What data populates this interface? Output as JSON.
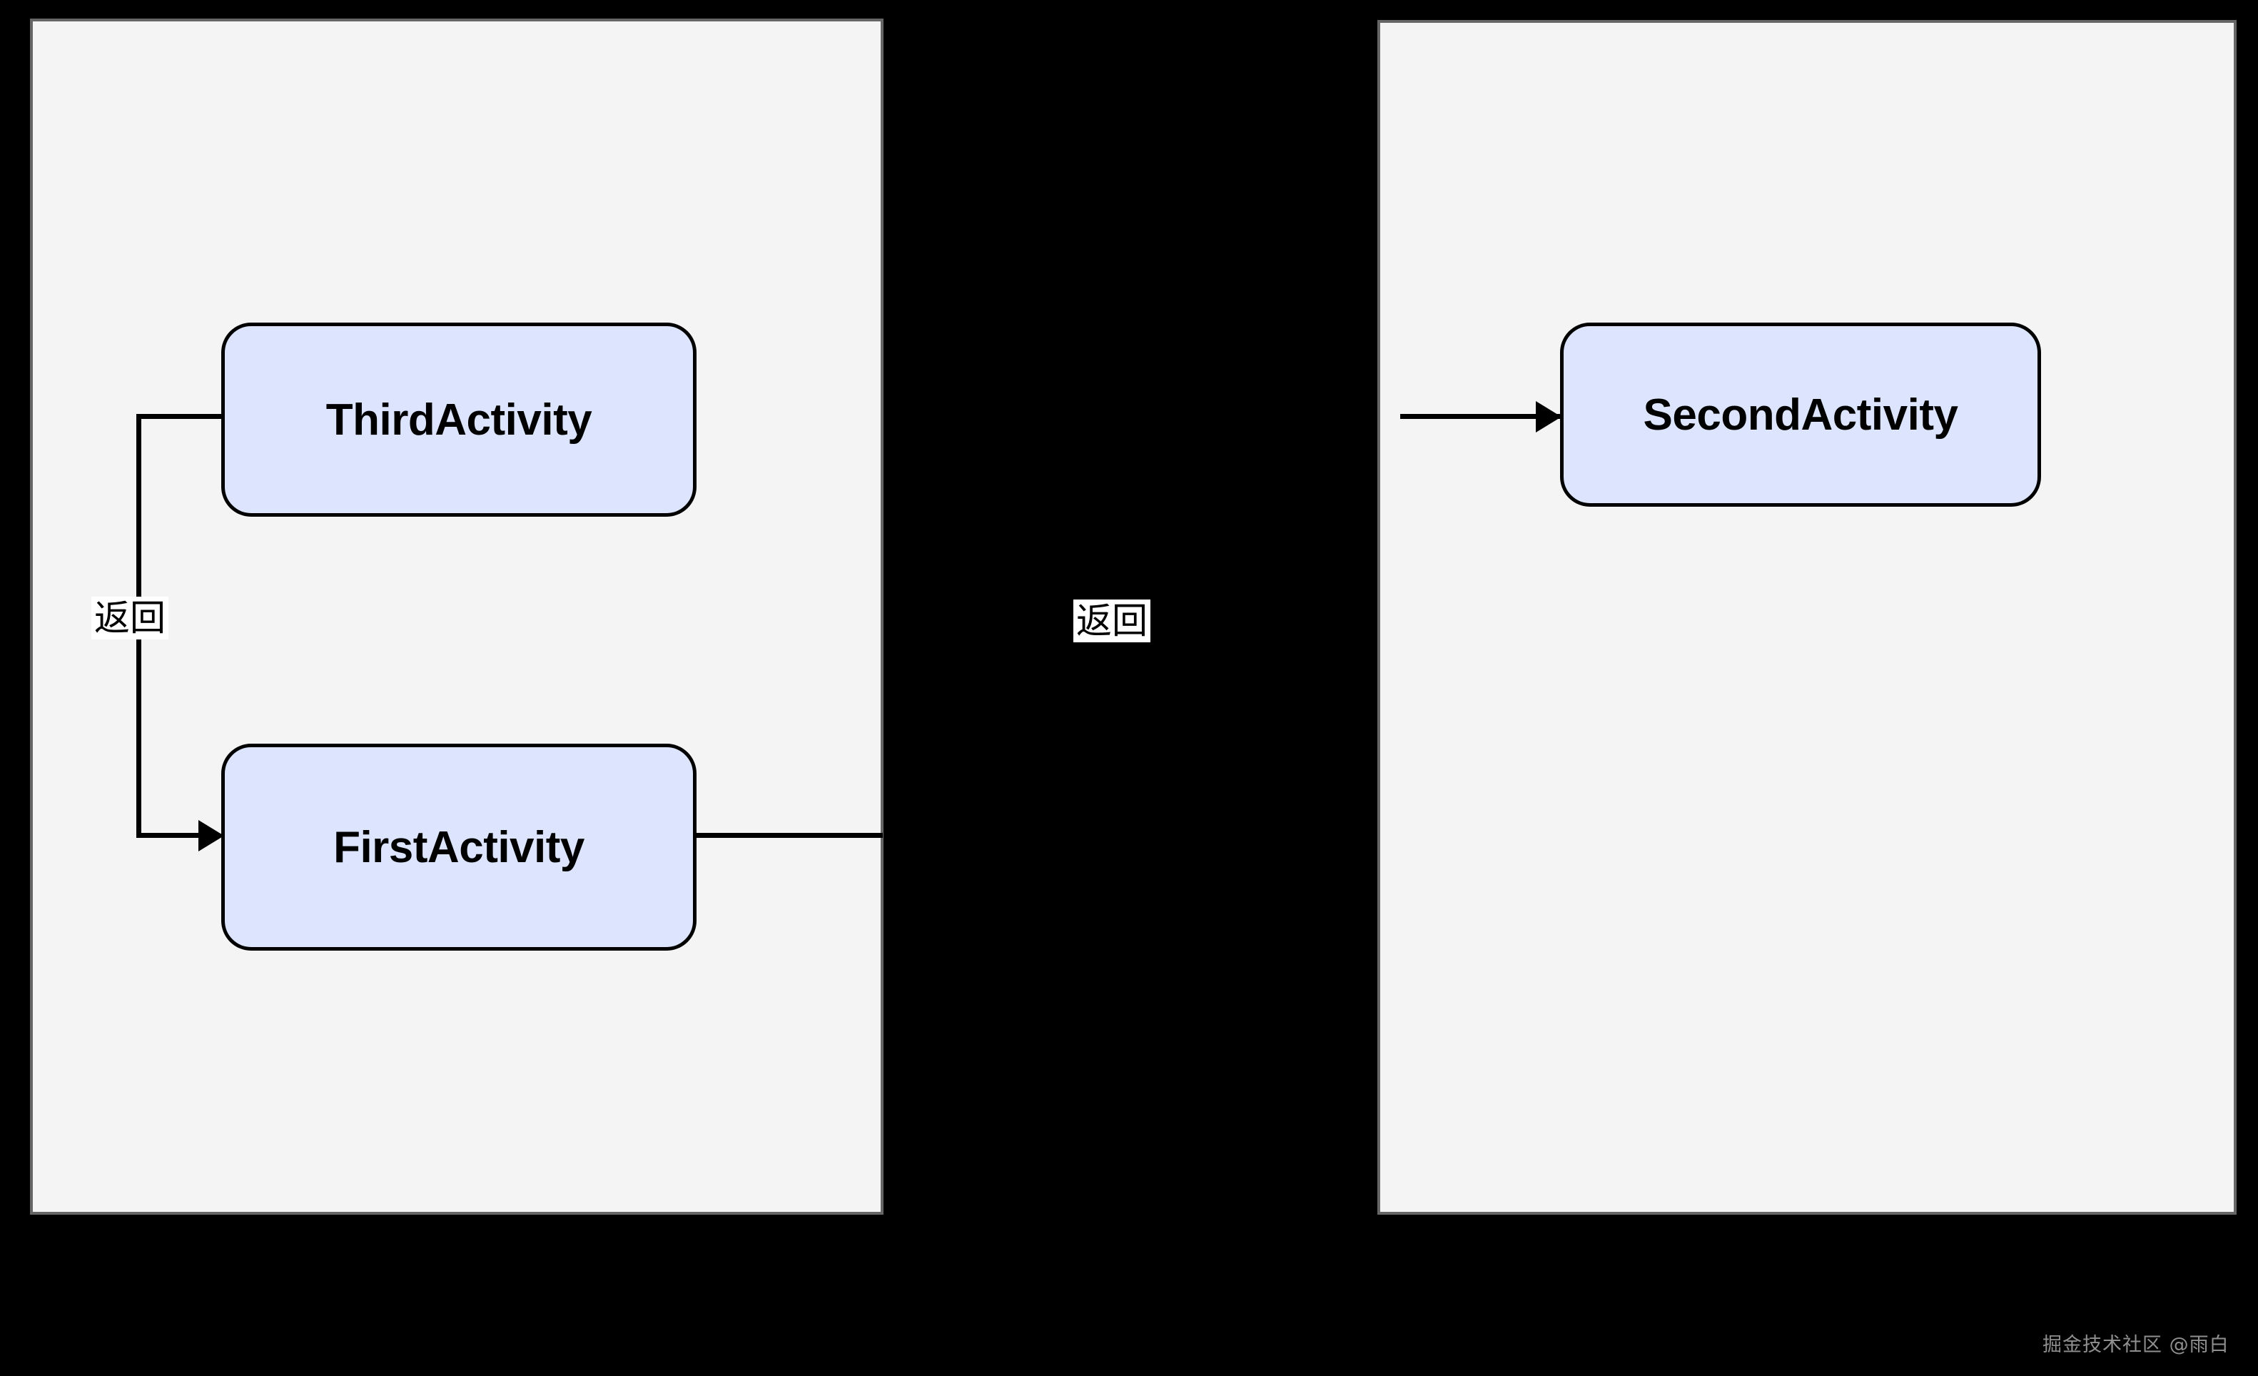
{
  "diagram": {
    "title": "Activity back stack navigation diagram",
    "background_color": "#000000",
    "panel_fill": "#f4f4f4",
    "panel_border_color": "#666666",
    "node_fill": "#dce5fd",
    "node_border_color": "#000000",
    "edge_color": "#000000"
  },
  "panels": [
    {
      "id": "left",
      "name": "left-panel"
    },
    {
      "id": "right",
      "name": "right-panel"
    }
  ],
  "nodes": [
    {
      "id": "third",
      "label": "ThirdActivity",
      "panel": "left"
    },
    {
      "id": "first",
      "label": "FirstActivity",
      "panel": "left"
    },
    {
      "id": "second",
      "label": "SecondActivity",
      "panel": "right"
    }
  ],
  "edges": [
    {
      "id": "third-to-first",
      "from": "ThirdActivity",
      "to": "FirstActivity",
      "label": "返回",
      "arrow": true,
      "style": "orthogonal"
    },
    {
      "id": "first-to-second",
      "from": "FirstActivity",
      "to": "SecondActivity",
      "label": "返回",
      "arrow": true,
      "style": "straight"
    }
  ],
  "labels": {
    "left_return": "返回",
    "center_return": "返回"
  },
  "watermark": {
    "text": "掘金技术社区 @雨白",
    "color": "#8f8f8f"
  }
}
